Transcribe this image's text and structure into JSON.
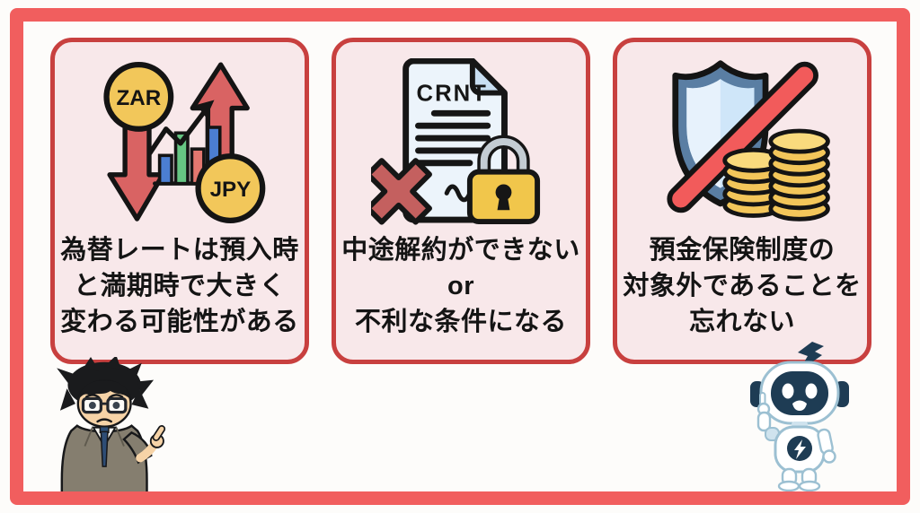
{
  "page": {
    "background": "#fdfcfa",
    "frame_color": "#f15e5e"
  },
  "cards": [
    {
      "id": "exchange-rate-risk",
      "icon": "currency-exchange-arrows-icon",
      "icon_labels": {
        "left_coin": "ZAR",
        "right_coin": "JPY"
      },
      "lines": [
        "為替レートは預入時",
        "と満期時で大きく",
        "変わる可能性がある"
      ]
    },
    {
      "id": "early-termination-risk",
      "icon": "locked-contract-icon",
      "icon_labels": {
        "document_title": "CRNT"
      },
      "lines": [
        "中途解約ができない",
        "or",
        "不利な条件になる"
      ]
    },
    {
      "id": "no-deposit-insurance",
      "icon": "uninsured-shield-coins-icon",
      "lines": [
        "預金保険制度の",
        "対象外であることを",
        "忘れない"
      ]
    }
  ],
  "characters": {
    "left": "worried-businessman-pointing",
    "right": "robot-mascot-pointing"
  },
  "colors": {
    "frame_red": "#f15e5e",
    "card_border_red": "#c8403f",
    "card_background": "#f8e8ea",
    "text": "#141414",
    "coin_gold": "#f2c75a",
    "arrow_red": "#d96363",
    "bar_blue": "#4b7ed2",
    "bar_green": "#66c683",
    "bar_salmon": "#e3776f",
    "lock_gold": "#f1c64b",
    "shield_fill": "#cfe6f9",
    "slash_red": "#f25b5b"
  }
}
